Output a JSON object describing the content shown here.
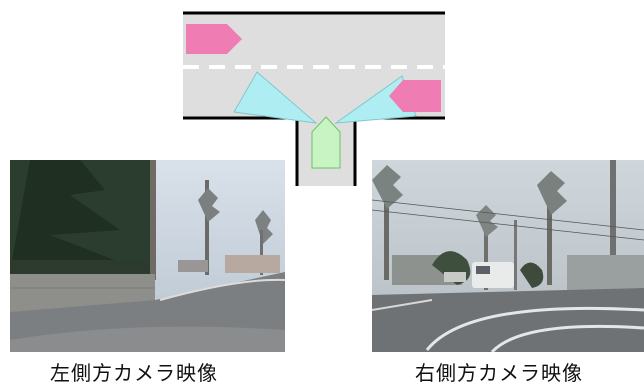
{
  "captions": {
    "left": "左側方カメラ映像",
    "right": "右側方カメラ映像"
  },
  "colors": {
    "road": "#dedede",
    "vehicle_other": "#f07cb4",
    "vehicle_own": "#c8f4c4",
    "camera_fov": "#aeeef2",
    "road_edge": "#000000",
    "lane_marking": "#ffffff"
  },
  "icons": {
    "own_vehicle": "green-pentagon-arrow-up",
    "other_vehicles": "pink-pentagon-arrow"
  }
}
